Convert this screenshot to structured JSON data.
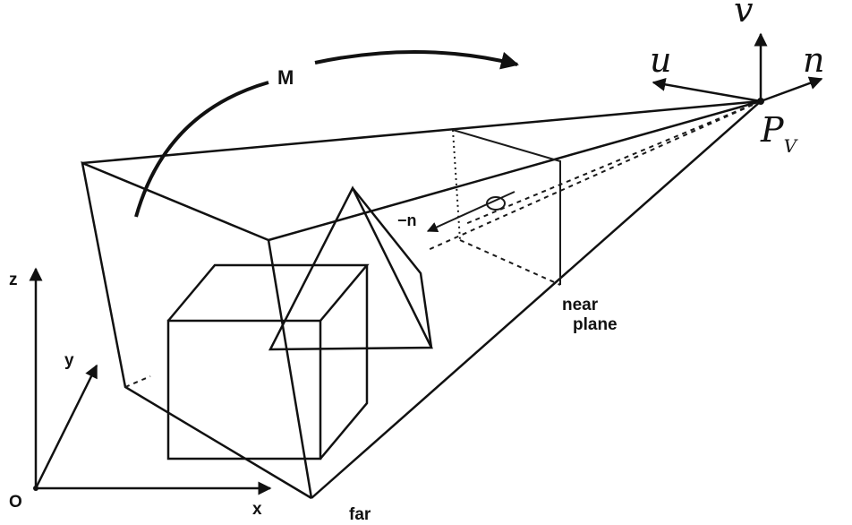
{
  "labels": {
    "rotation": "M",
    "u_axis": "u",
    "v_axis": "v",
    "n_axis": "n",
    "view_point": "P",
    "view_point_sub": "V",
    "neg_n": "−n",
    "near_plane_line1": "near",
    "near_plane_line2": "plane",
    "far_label": "far",
    "world_z": "z",
    "world_y": "y",
    "world_x": "x",
    "world_origin": "O"
  },
  "colors": {
    "ink": "#111111",
    "background": "#ffffff"
  }
}
